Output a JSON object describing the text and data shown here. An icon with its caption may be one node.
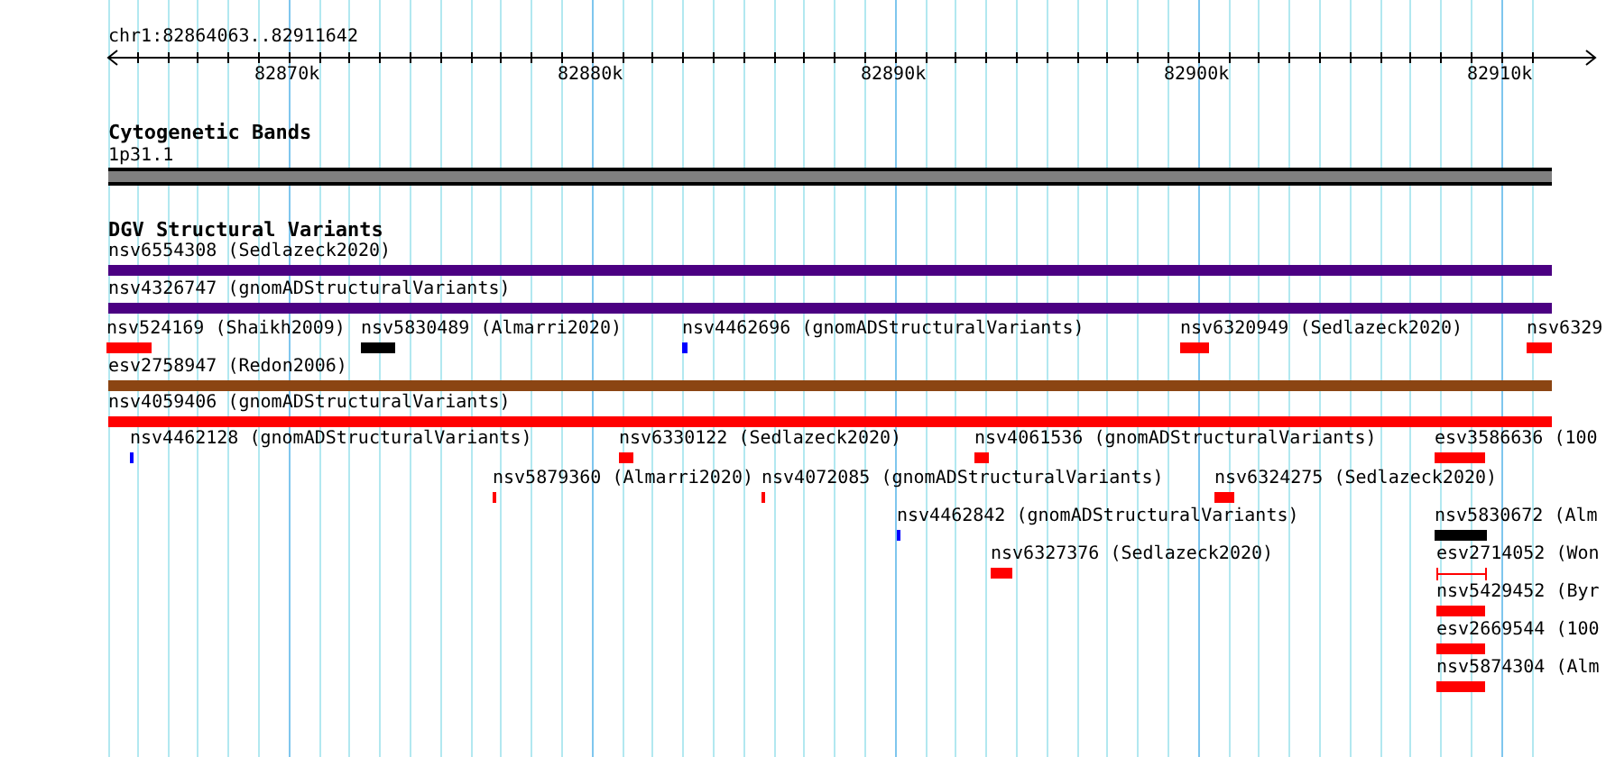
{
  "diagram": {
    "nodes": [
      {
        "text": [
          "1p31.1"
        ]
      },
      {
        "text": [
          "nsv6554308 (Sedlazeck2020)"
        ]
      },
      {
        "text": [
          "nsv4326747 (gnomADStructuralVariants)"
        ]
      },
      {
        "text": [
          "nsv524169 (Shaikh2009)"
        ]
      },
      {
        "text": [
          "nsv5830489 (Almarri2020)"
        ]
      },
      {
        "text": [
          "nsv4462696 (gnomADStructuralVariants)"
        ]
      },
      {
        "text": [
          "nsv6320949 (Sedlazeck2020)"
        ]
      },
      {
        "text": [
          "nsv6329"
        ]
      },
      {
        "text": [
          "esv2758947 (Redon2006)"
        ]
      },
      {
        "text": [
          "nsv4059406 (gnomADStructuralVariants)"
        ]
      },
      {
        "text": [
          "nsv4462128 (gnomADStructuralVariants)"
        ]
      },
      {
        "text": [
          "nsv6330122 (Sedlazeck2020)"
        ]
      },
      {
        "text": [
          "nsv4061536 (gnomADStructuralVariants)"
        ]
      },
      {
        "text": [
          "esv3586636 (100"
        ]
      },
      {
        "text": [
          "nsv5879360 (Almarri2020)"
        ]
      },
      {
        "text": [
          "nsv4072085 (gnomADStructuralVariants)"
        ]
      },
      {
        "text": [
          "nsv6324275 (Sedlazeck2020)"
        ]
      },
      {
        "text": [
          "nsv4462842 (gnomADStructuralVariants)"
        ]
      },
      {
        "text": [
          "nsv5830672 (Alm"
        ]
      },
      {
        "text": [
          "nsv6327376 (Sedlazeck2020)"
        ]
      },
      {
        "text": [
          "esv2714052 (Won"
        ]
      },
      {
        "text": [
          "nsv5429452 (Byr"
        ]
      },
      {
        "text": [
          "esv2669544 (100"
        ]
      },
      {
        "text": [
          "nsv5874304 (Alm"
        ]
      }
    ],
    "labels": [
      "chr1:82864063..82911642",
      "82870k",
      "82880k",
      "82890k",
      "82900k",
      "82910k",
      "Cytogenetic Bands",
      "DGV Structural Variants"
    ]
  }
}
